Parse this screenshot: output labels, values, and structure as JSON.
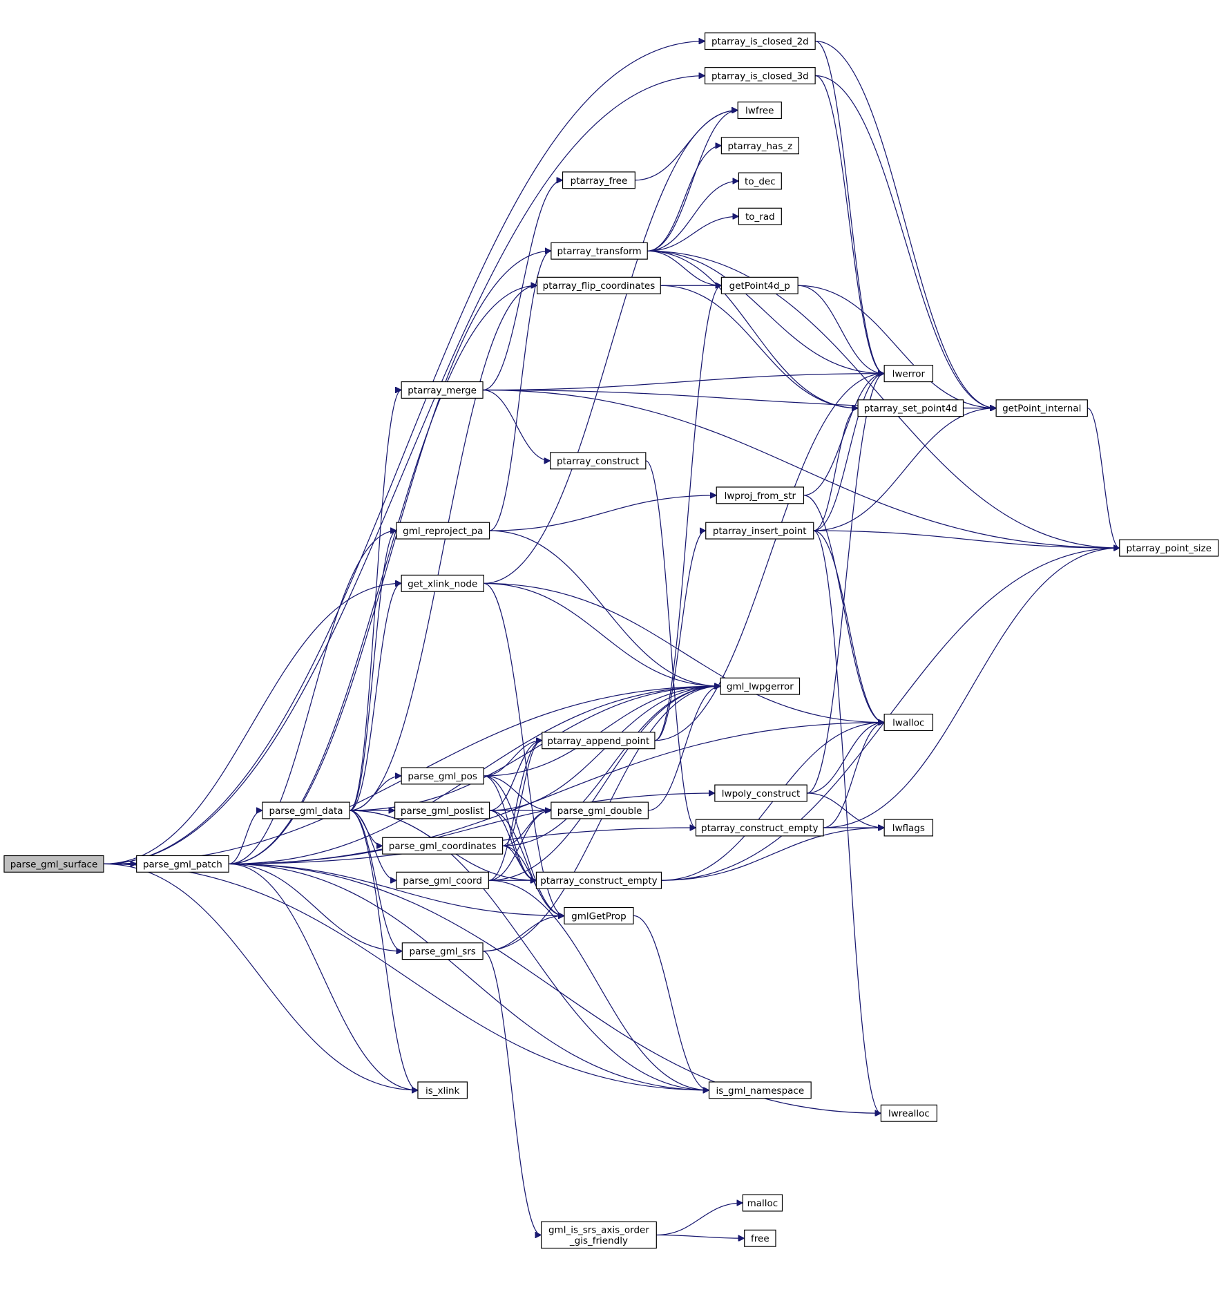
{
  "diagram": {
    "type": "call-graph",
    "colors": {
      "edge": "#191970",
      "node_border": "#000000",
      "node_fill": "#ffffff",
      "root_fill": "#bfbfbf"
    },
    "nodes": [
      {
        "id": "parse_gml_surface",
        "label": [
          "parse_gml_surface"
        ],
        "root": true
      },
      {
        "id": "parse_gml_patch",
        "label": [
          "parse_gml_patch"
        ]
      },
      {
        "id": "parse_gml_data",
        "label": [
          "parse_gml_data"
        ]
      },
      {
        "id": "ptarray_merge",
        "label": [
          "ptarray_merge"
        ]
      },
      {
        "id": "gml_reproject_pa",
        "label": [
          "gml_reproject_pa"
        ]
      },
      {
        "id": "get_xlink_node",
        "label": [
          "get_xlink_node"
        ]
      },
      {
        "id": "parse_gml_pos",
        "label": [
          "parse_gml_pos"
        ]
      },
      {
        "id": "parse_gml_poslist",
        "label": [
          "parse_gml_poslist"
        ]
      },
      {
        "id": "parse_gml_coordinates",
        "label": [
          "parse_gml_coordinates"
        ]
      },
      {
        "id": "parse_gml_coord",
        "label": [
          "parse_gml_coord"
        ]
      },
      {
        "id": "parse_gml_srs",
        "label": [
          "parse_gml_srs"
        ]
      },
      {
        "id": "is_xlink",
        "label": [
          "is_xlink"
        ]
      },
      {
        "id": "ptarray_free",
        "label": [
          "ptarray_free"
        ]
      },
      {
        "id": "ptarray_transform",
        "label": [
          "ptarray_transform"
        ]
      },
      {
        "id": "ptarray_flip_coordinates",
        "label": [
          "ptarray_flip_coordinates"
        ]
      },
      {
        "id": "ptarray_construct",
        "label": [
          "ptarray_construct"
        ]
      },
      {
        "id": "ptarray_append_point",
        "label": [
          "ptarray_append_point"
        ]
      },
      {
        "id": "parse_gml_double",
        "label": [
          "parse_gml_double"
        ]
      },
      {
        "id": "ptarray_construct_empty",
        "label": [
          "ptarray_construct_empty"
        ]
      },
      {
        "id": "gmlGetProp",
        "label": [
          "gmlGetProp"
        ]
      },
      {
        "id": "gml_is_srs_axis_order_gis_friendly",
        "label": [
          "gml_is_srs_axis_order",
          "_gis_friendly"
        ]
      },
      {
        "id": "ptarray_is_closed_2d",
        "label": [
          "ptarray_is_closed_2d"
        ]
      },
      {
        "id": "ptarray_is_closed_3d",
        "label": [
          "ptarray_is_closed_3d"
        ]
      },
      {
        "id": "lwfree",
        "label": [
          "lwfree"
        ]
      },
      {
        "id": "ptarray_has_z",
        "label": [
          "ptarray_has_z"
        ]
      },
      {
        "id": "to_dec",
        "label": [
          "to_dec"
        ]
      },
      {
        "id": "to_rad",
        "label": [
          "to_rad"
        ]
      },
      {
        "id": "getPoint4d_p",
        "label": [
          "getPoint4d_p"
        ]
      },
      {
        "id": "lwproj_from_str",
        "label": [
          "lwproj_from_str"
        ]
      },
      {
        "id": "ptarray_insert_point",
        "label": [
          "ptarray_insert_point"
        ]
      },
      {
        "id": "gml_lwpgerror",
        "label": [
          "gml_lwpgerror"
        ]
      },
      {
        "id": "lwpoly_construct",
        "label": [
          "lwpoly_construct"
        ]
      },
      {
        "id": "ptarray_construct_empty2",
        "label": [
          "ptarray_construct_empty"
        ]
      },
      {
        "id": "is_gml_namespace",
        "label": [
          "is_gml_namespace"
        ]
      },
      {
        "id": "malloc",
        "label": [
          "malloc"
        ]
      },
      {
        "id": "free",
        "label": [
          "free"
        ]
      },
      {
        "id": "lwerror",
        "label": [
          "lwerror"
        ]
      },
      {
        "id": "ptarray_set_point4d",
        "label": [
          "ptarray_set_point4d"
        ]
      },
      {
        "id": "lwalloc",
        "label": [
          "lwalloc"
        ]
      },
      {
        "id": "lwflags",
        "label": [
          "lwflags"
        ]
      },
      {
        "id": "lwrealloc",
        "label": [
          "lwrealloc"
        ]
      },
      {
        "id": "getPoint_internal",
        "label": [
          "getPoint_internal"
        ]
      },
      {
        "id": "ptarray_point_size",
        "label": [
          "ptarray_point_size"
        ]
      }
    ],
    "edges": [
      [
        "parse_gml_surface",
        "parse_gml_patch"
      ],
      [
        "parse_gml_surface",
        "ptarray_is_closed_2d"
      ],
      [
        "parse_gml_surface",
        "ptarray_is_closed_3d"
      ],
      [
        "parse_gml_surface",
        "get_xlink_node"
      ],
      [
        "parse_gml_surface",
        "gml_lwpgerror"
      ],
      [
        "parse_gml_surface",
        "is_xlink"
      ],
      [
        "parse_gml_surface",
        "is_gml_namespace"
      ],
      [
        "parse_gml_patch",
        "parse_gml_data"
      ],
      [
        "parse_gml_patch",
        "gml_reproject_pa"
      ],
      [
        "parse_gml_patch",
        "ptarray_flip_coordinates"
      ],
      [
        "parse_gml_patch",
        "ptarray_transform"
      ],
      [
        "parse_gml_patch",
        "gmlGetProp"
      ],
      [
        "parse_gml_patch",
        "parse_gml_srs"
      ],
      [
        "parse_gml_patch",
        "is_xlink"
      ],
      [
        "parse_gml_patch",
        "is_gml_namespace"
      ],
      [
        "parse_gml_patch",
        "gml_lwpgerror"
      ],
      [
        "parse_gml_patch",
        "lwalloc"
      ],
      [
        "parse_gml_patch",
        "lwrealloc"
      ],
      [
        "parse_gml_patch",
        "lwpoly_construct"
      ],
      [
        "parse_gml_patch",
        "ptarray_construct_empty2"
      ],
      [
        "parse_gml_data",
        "ptarray_merge"
      ],
      [
        "parse_gml_data",
        "gml_reproject_pa"
      ],
      [
        "parse_gml_data",
        "get_xlink_node"
      ],
      [
        "parse_gml_data",
        "parse_gml_pos"
      ],
      [
        "parse_gml_data",
        "parse_gml_poslist"
      ],
      [
        "parse_gml_data",
        "parse_gml_coordinates"
      ],
      [
        "parse_gml_data",
        "parse_gml_coord"
      ],
      [
        "parse_gml_data",
        "parse_gml_srs"
      ],
      [
        "parse_gml_data",
        "is_xlink"
      ],
      [
        "parse_gml_data",
        "is_gml_namespace"
      ],
      [
        "parse_gml_data",
        "gml_lwpgerror"
      ],
      [
        "parse_gml_data",
        "ptarray_flip_coordinates"
      ],
      [
        "parse_gml_data",
        "ptarray_construct_empty"
      ],
      [
        "ptarray_merge",
        "ptarray_free"
      ],
      [
        "ptarray_merge",
        "ptarray_construct"
      ],
      [
        "ptarray_merge",
        "lwerror"
      ],
      [
        "ptarray_merge",
        "getPoint_internal"
      ],
      [
        "ptarray_merge",
        "ptarray_point_size"
      ],
      [
        "gml_reproject_pa",
        "lwproj_from_str"
      ],
      [
        "gml_reproject_pa",
        "gml_lwpgerror"
      ],
      [
        "gml_reproject_pa",
        "ptarray_transform"
      ],
      [
        "get_xlink_node",
        "gml_lwpgerror"
      ],
      [
        "get_xlink_node",
        "gmlGetProp"
      ],
      [
        "get_xlink_node",
        "lwalloc"
      ],
      [
        "get_xlink_node",
        "lwfree"
      ],
      [
        "parse_gml_pos",
        "ptarray_append_point"
      ],
      [
        "parse_gml_pos",
        "parse_gml_double"
      ],
      [
        "parse_gml_pos",
        "gml_lwpgerror"
      ],
      [
        "parse_gml_pos",
        "ptarray_construct_empty"
      ],
      [
        "parse_gml_pos",
        "gmlGetProp"
      ],
      [
        "parse_gml_poslist",
        "ptarray_append_point"
      ],
      [
        "parse_gml_poslist",
        "parse_gml_double"
      ],
      [
        "parse_gml_poslist",
        "ptarray_construct_empty"
      ],
      [
        "parse_gml_poslist",
        "gmlGetProp"
      ],
      [
        "parse_gml_poslist",
        "gml_lwpgerror"
      ],
      [
        "parse_gml_coordinates",
        "ptarray_append_point"
      ],
      [
        "parse_gml_coordinates",
        "parse_gml_double"
      ],
      [
        "parse_gml_coordinates",
        "ptarray_construct_empty"
      ],
      [
        "parse_gml_coordinates",
        "gmlGetProp"
      ],
      [
        "parse_gml_coordinates",
        "gml_lwpgerror"
      ],
      [
        "parse_gml_coord",
        "ptarray_append_point"
      ],
      [
        "parse_gml_coord",
        "ptarray_construct_empty"
      ],
      [
        "parse_gml_coord",
        "gml_lwpgerror"
      ],
      [
        "parse_gml_coord",
        "is_gml_namespace"
      ],
      [
        "parse_gml_coord",
        "parse_gml_double"
      ],
      [
        "parse_gml_srs",
        "gmlGetProp"
      ],
      [
        "parse_gml_srs",
        "gml_is_srs_axis_order_gis_friendly"
      ],
      [
        "parse_gml_srs",
        "gml_lwpgerror"
      ],
      [
        "ptarray_free",
        "lwfree"
      ],
      [
        "ptarray_transform",
        "lwfree"
      ],
      [
        "ptarray_transform",
        "ptarray_has_z"
      ],
      [
        "ptarray_transform",
        "to_dec"
      ],
      [
        "ptarray_transform",
        "to_rad"
      ],
      [
        "ptarray_transform",
        "getPoint4d_p"
      ],
      [
        "ptarray_transform",
        "ptarray_set_point4d"
      ],
      [
        "ptarray_transform",
        "lwerror"
      ],
      [
        "ptarray_transform",
        "ptarray_point_size"
      ],
      [
        "ptarray_flip_coordinates",
        "getPoint4d_p"
      ],
      [
        "ptarray_flip_coordinates",
        "ptarray_set_point4d"
      ],
      [
        "ptarray_construct",
        "ptarray_construct_empty2"
      ],
      [
        "ptarray_append_point",
        "ptarray_insert_point"
      ],
      [
        "ptarray_append_point",
        "getPoint4d_p"
      ],
      [
        "ptarray_append_point",
        "lwerror"
      ],
      [
        "parse_gml_double",
        "gml_lwpgerror"
      ],
      [
        "ptarray_construct_empty",
        "lwalloc"
      ],
      [
        "ptarray_construct_empty",
        "lwflags"
      ],
      [
        "ptarray_construct_empty",
        "ptarray_point_size"
      ],
      [
        "gmlGetProp",
        "is_gml_namespace"
      ],
      [
        "gml_is_srs_axis_order_gis_friendly",
        "malloc"
      ],
      [
        "gml_is_srs_axis_order_gis_friendly",
        "free"
      ],
      [
        "ptarray_is_closed_2d",
        "lwerror"
      ],
      [
        "ptarray_is_closed_2d",
        "getPoint_internal"
      ],
      [
        "ptarray_is_closed_3d",
        "lwerror"
      ],
      [
        "ptarray_is_closed_3d",
        "getPoint_internal"
      ],
      [
        "getPoint4d_p",
        "lwerror"
      ],
      [
        "getPoint4d_p",
        "getPoint_internal"
      ],
      [
        "lwproj_from_str",
        "lwerror"
      ],
      [
        "lwproj_from_str",
        "lwalloc"
      ],
      [
        "ptarray_insert_point",
        "lwerror"
      ],
      [
        "ptarray_insert_point",
        "ptarray_set_point4d"
      ],
      [
        "ptarray_insert_point",
        "getPoint_internal"
      ],
      [
        "ptarray_insert_point",
        "ptarray_point_size"
      ],
      [
        "ptarray_insert_point",
        "lwalloc"
      ],
      [
        "ptarray_insert_point",
        "lwrealloc"
      ],
      [
        "lwpoly_construct",
        "lwerror"
      ],
      [
        "lwpoly_construct",
        "lwalloc"
      ],
      [
        "lwpoly_construct",
        "lwflags"
      ],
      [
        "ptarray_construct_empty2",
        "lwalloc"
      ],
      [
        "ptarray_construct_empty2",
        "lwflags"
      ],
      [
        "ptarray_construct_empty2",
        "ptarray_point_size"
      ],
      [
        "ptarray_set_point4d",
        "getPoint_internal"
      ],
      [
        "getPoint_internal",
        "ptarray_point_size"
      ]
    ]
  }
}
